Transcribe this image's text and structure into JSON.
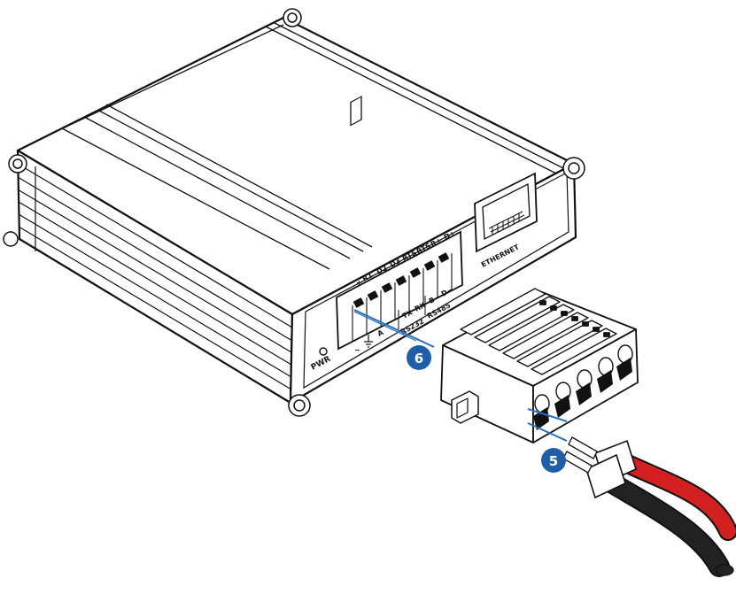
{
  "diagram": {
    "device_labels": {
      "power": "PWR",
      "ethernet": "ETHERNET",
      "terminal_top": [
        "+",
        "R1",
        "D2",
        "D3",
        "RTS",
        "RTS",
        "R+",
        "D+"
      ],
      "terminal_bottom": [
        "−",
        "A",
        "TX",
        "RX",
        "B−",
        "D−"
      ],
      "group_rs232": "RS232",
      "group_rs485": "RS485"
    },
    "callouts": [
      {
        "number": "6",
        "target": "terminal block socket"
      },
      {
        "number": "5",
        "target": "wire insertion"
      }
    ],
    "colors": {
      "callout_fill": "#1f5fa8",
      "leader_line": "#2c6fb8",
      "wire_red": "#d21f1f",
      "wire_black": "#222222",
      "outline": "#111111"
    }
  }
}
